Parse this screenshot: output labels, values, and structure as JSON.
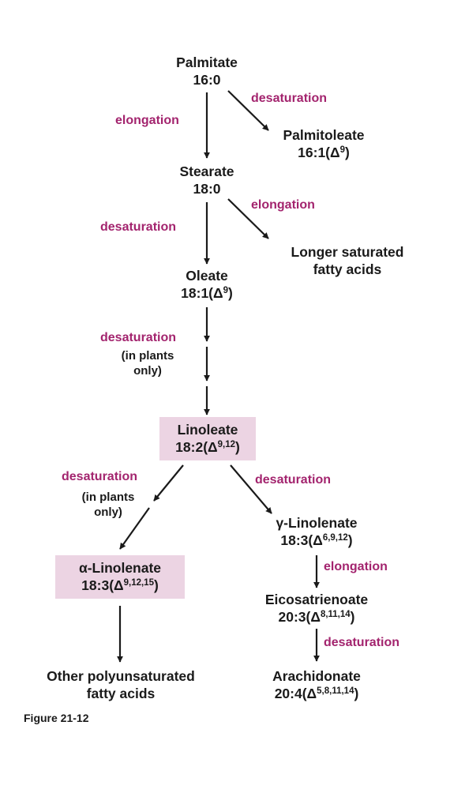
{
  "nodes": {
    "palmitate": {
      "name": "Palmitate",
      "formula": "16:0"
    },
    "palmitoleate": {
      "name": "Palmitoleate",
      "formula_base": "16:1(Δ",
      "formula_sup": "9",
      "formula_end": ")"
    },
    "stearate": {
      "name": "Stearate",
      "formula": "18:0"
    },
    "longer_saturated": {
      "line1": "Longer saturated",
      "line2": "fatty acids"
    },
    "oleate": {
      "name": "Oleate",
      "formula_base": "18:1(Δ",
      "formula_sup": "9",
      "formula_end": ")"
    },
    "linoleate": {
      "name": "Linoleate",
      "formula_base": "18:2(Δ",
      "formula_sup": "9,12",
      "formula_end": ")"
    },
    "alpha_linolenate": {
      "name": "α-Linolenate",
      "formula_base": "18:3(Δ",
      "formula_sup": "9,12,15",
      "formula_end": ")"
    },
    "gamma_linolenate": {
      "name": "γ-Linolenate",
      "formula_base": "18:3(Δ",
      "formula_sup": "6,9,12",
      "formula_end": ")"
    },
    "eicosatrienoate": {
      "name": "Eicosatrienoate",
      "formula_base": "20:3(Δ",
      "formula_sup": "8,11,14",
      "formula_end": ")"
    },
    "arachidonate": {
      "name": "Arachidonate",
      "formula_base": "20:4(Δ",
      "formula_sup": "5,8,11,14",
      "formula_end": ")"
    },
    "other_polyunsaturated": {
      "line1": "Other polyunsaturated",
      "line2": "fatty acids"
    }
  },
  "labels": {
    "desaturation": "desaturation",
    "elongation": "elongation",
    "in_plants_line1": "(in plants",
    "in_plants_line2": "only)"
  },
  "figure_caption": "Figure 21-12",
  "colors": {
    "label_magenta": "#a3246e",
    "highlight_pink": "#ecd4e3",
    "text_dark": "#1a1a1a"
  }
}
